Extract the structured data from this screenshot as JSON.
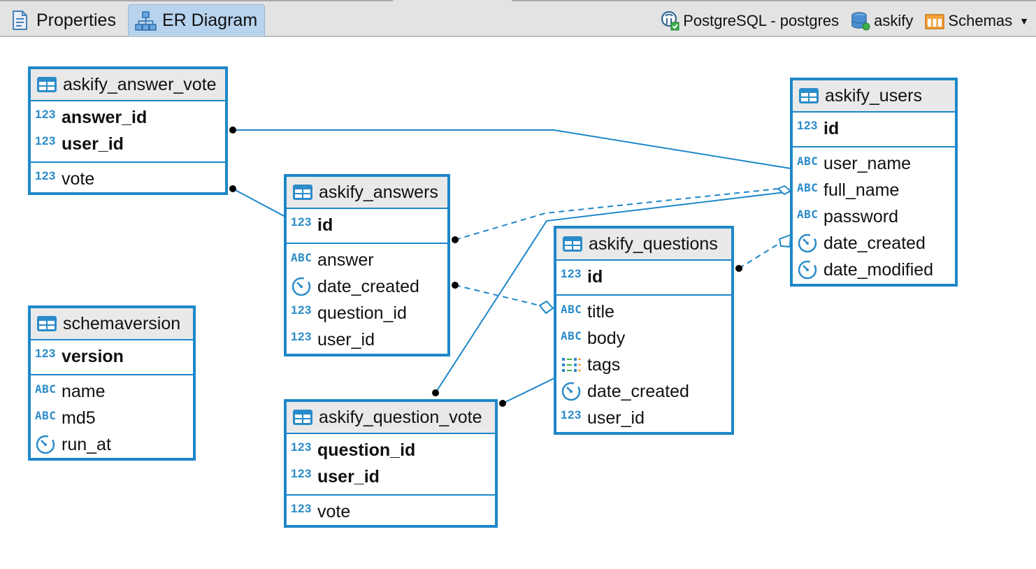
{
  "toolbar": {
    "tabs": [
      {
        "label": "Properties",
        "icon": "properties-icon"
      },
      {
        "label": "ER Diagram",
        "icon": "er-diagram-icon",
        "active": true
      }
    ],
    "connection": {
      "label": "PostgreSQL - postgres",
      "icon": "postgresql-icon"
    },
    "database": {
      "label": "askify",
      "icon": "database-icon"
    },
    "schemas": {
      "label": "Schemas",
      "icon": "schemas-icon"
    }
  },
  "colors": {
    "accent": "#1e87c9",
    "header_bg": "#e9e9e9",
    "type_code": "#2a8bc9"
  },
  "entities": {
    "answer_vote": {
      "title": "askify_answer_vote",
      "keys": [
        {
          "type": "123",
          "name": "answer_id"
        },
        {
          "type": "123",
          "name": "user_id"
        }
      ],
      "columns": [
        {
          "type": "123",
          "name": "vote"
        }
      ]
    },
    "answers": {
      "title": "askify_answers",
      "keys": [
        {
          "type": "123",
          "name": "id"
        }
      ],
      "columns": [
        {
          "type": "ABC",
          "name": "answer"
        },
        {
          "type": "datetime",
          "name": "date_created"
        },
        {
          "type": "123",
          "name": "question_id"
        },
        {
          "type": "123",
          "name": "user_id"
        }
      ]
    },
    "schemaversion": {
      "title": "schemaversion",
      "keys": [
        {
          "type": "123",
          "name": "version"
        }
      ],
      "columns": [
        {
          "type": "ABC",
          "name": "name"
        },
        {
          "type": "ABC",
          "name": "md5"
        },
        {
          "type": "datetime",
          "name": "run_at"
        }
      ]
    },
    "question_vote": {
      "title": "askify_question_vote",
      "keys": [
        {
          "type": "123",
          "name": "question_id"
        },
        {
          "type": "123",
          "name": "user_id"
        }
      ],
      "columns": [
        {
          "type": "123",
          "name": "vote"
        }
      ]
    },
    "questions": {
      "title": "askify_questions",
      "keys": [
        {
          "type": "123",
          "name": "id"
        }
      ],
      "columns": [
        {
          "type": "ABC",
          "name": "title"
        },
        {
          "type": "ABC",
          "name": "body"
        },
        {
          "type": "array",
          "name": "tags"
        },
        {
          "type": "datetime",
          "name": "date_created"
        },
        {
          "type": "123",
          "name": "user_id"
        }
      ]
    },
    "users": {
      "title": "askify_users",
      "keys": [
        {
          "type": "123",
          "name": "id"
        }
      ],
      "columns": [
        {
          "type": "ABC",
          "name": "user_name"
        },
        {
          "type": "ABC",
          "name": "full_name"
        },
        {
          "type": "ABC",
          "name": "password"
        },
        {
          "type": "datetime",
          "name": "date_created"
        },
        {
          "type": "datetime",
          "name": "date_modified"
        }
      ]
    }
  },
  "relations": [
    {
      "from": "answer_vote",
      "to": "users",
      "style": "solid"
    },
    {
      "from": "answer_vote",
      "to": "answers",
      "style": "solid"
    },
    {
      "from": "answers",
      "to": "users",
      "style": "dashed"
    },
    {
      "from": "answers",
      "to": "questions",
      "style": "dashed"
    },
    {
      "from": "questions",
      "to": "users",
      "style": "dashed"
    },
    {
      "from": "question_vote",
      "to": "users",
      "style": "solid"
    },
    {
      "from": "question_vote",
      "to": "questions",
      "style": "solid"
    }
  ]
}
